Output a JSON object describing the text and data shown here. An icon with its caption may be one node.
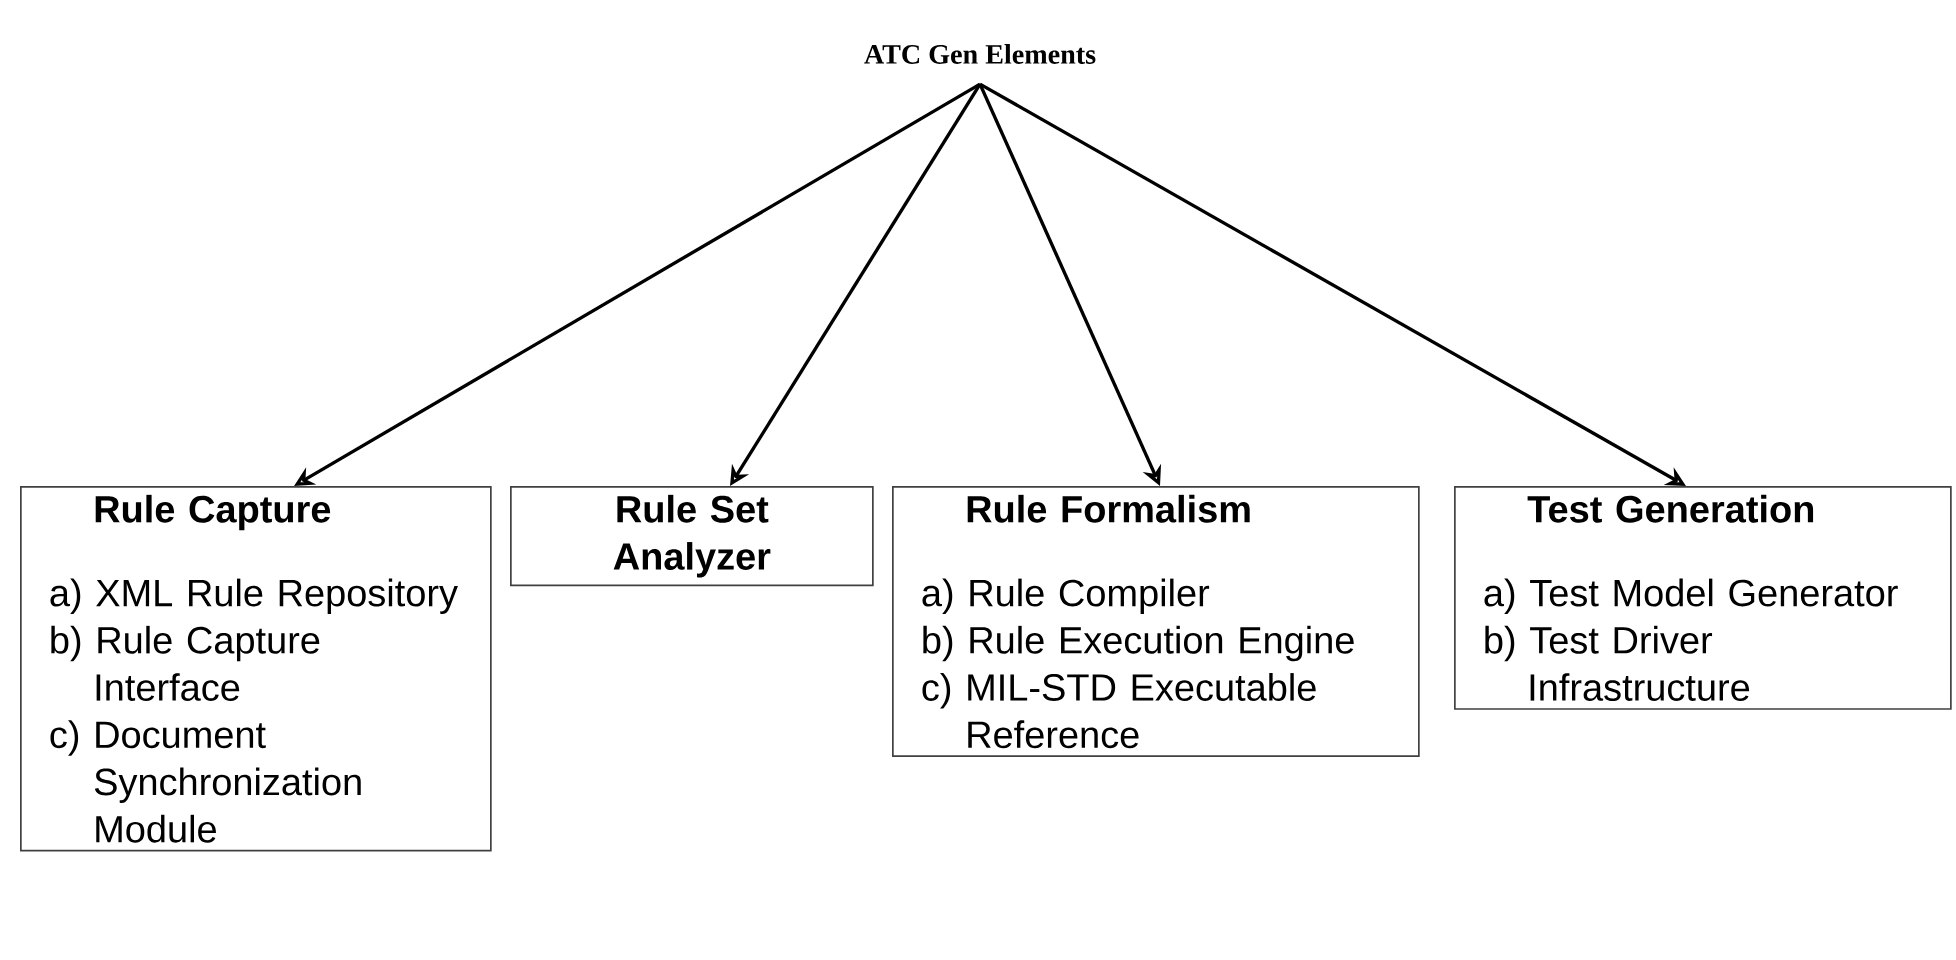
{
  "diagram": {
    "nodes": [
      {
        "text": [
          "ATC Gen Elements"
        ]
      },
      {
        "text": [
          "Rule Capture",
          "a) XML Rule Repository",
          "b) Rule Capture Interface",
          "c) Document Synchronization Module"
        ]
      },
      {
        "text": [
          "Rule Set Analyzer"
        ]
      },
      {
        "text": [
          "Rule Formalism",
          "a) Rule Compiler",
          "b) Rule Execution Engine",
          "c) MIL-STD Executable Reference"
        ]
      },
      {
        "text": [
          "Test Generation",
          "a) Test Model Generator",
          "b) Test Driver Infrastructure"
        ]
      }
    ],
    "edges": [
      {
        "from": 0,
        "to": 1,
        "arrow": "to"
      },
      {
        "from": 0,
        "to": 2,
        "arrow": "to"
      },
      {
        "from": 0,
        "to": 3,
        "arrow": "to"
      },
      {
        "from": 0,
        "to": 4,
        "arrow": "to"
      }
    ]
  }
}
